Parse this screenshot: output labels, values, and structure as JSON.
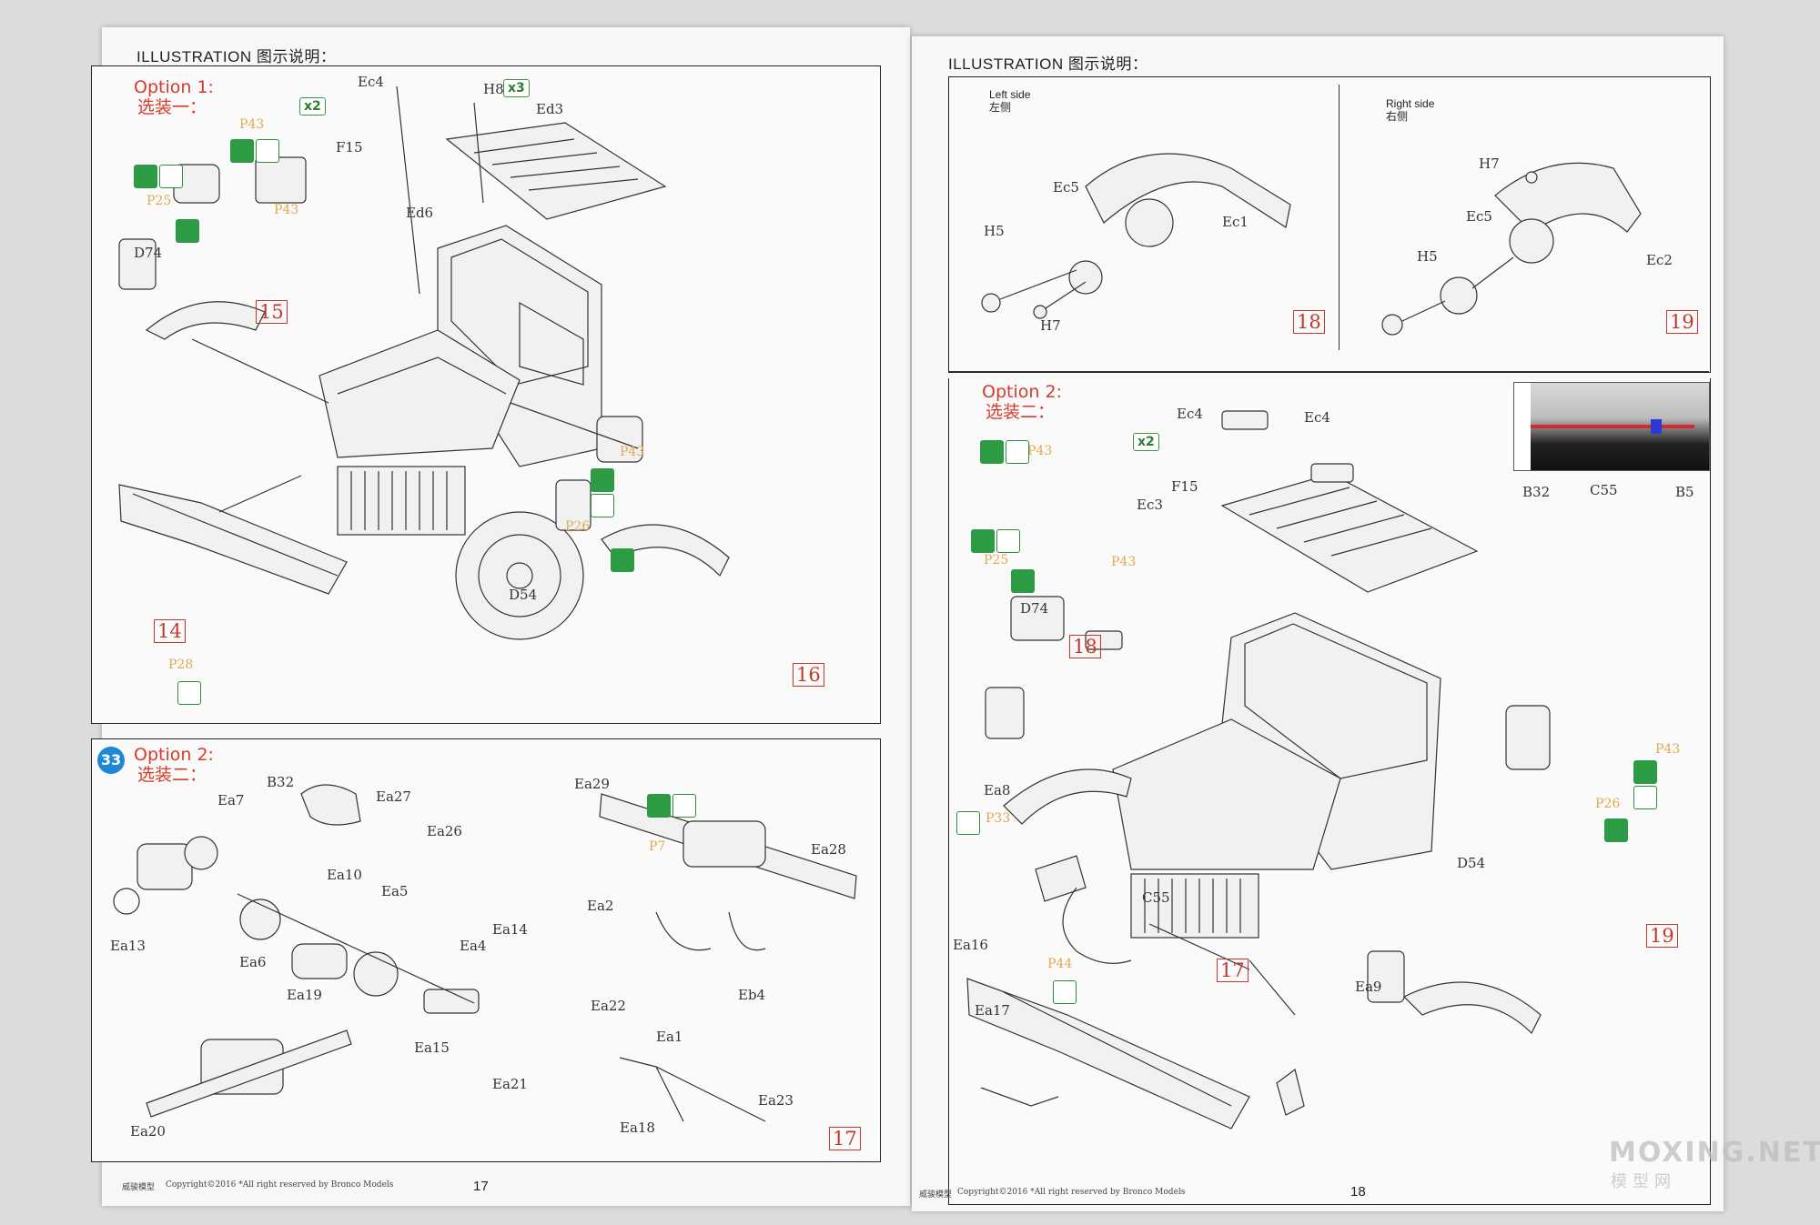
{
  "left_page": {
    "header": "ILLUSTRATION 图示说明：",
    "top_panel": {
      "option_en": "Option 1:",
      "option_cn": "选装一：",
      "labels": [
        "Ec4",
        "H8",
        "x3",
        "Ed3",
        "P43",
        "x2",
        "F15",
        "P25",
        "P43",
        "Ed6",
        "D74",
        "P43",
        "P26",
        "D54",
        "P28"
      ],
      "steps": [
        "15",
        "14",
        "16"
      ]
    },
    "bottom_panel": {
      "badge": "33",
      "option_en": "Option 2:",
      "option_cn": "选装二：",
      "labels": [
        "B32",
        "Ea7",
        "Ea27",
        "Ea26",
        "Ea13",
        "Ea10",
        "Ea5",
        "Ea6",
        "Ea4",
        "Ea14",
        "Ea19",
        "Ea15",
        "Ea21",
        "Ea20",
        "Ea29",
        "P7",
        "Ea28",
        "Ea2",
        "Eb4",
        "Ea22",
        "Ea1",
        "Ea23",
        "Ea18"
      ],
      "step": "17"
    },
    "footer": {
      "brand": "威骏模型",
      "copyright": "Copyright©2016 *All right reserved by Bronco Models",
      "page": "17"
    }
  },
  "right_page": {
    "header": "ILLUSTRATION 图示说明：",
    "top_panel": {
      "left_side_en": "Left side",
      "left_side_cn": "左侧",
      "right_side_en": "Right side",
      "right_side_cn": "右侧",
      "labels": [
        "Ec5",
        "Ec1",
        "H5",
        "H7",
        "H7",
        "Ec5",
        "H5",
        "Ec2"
      ],
      "steps": [
        "18",
        "19"
      ]
    },
    "bottom_panel": {
      "option_en": "Option 2:",
      "option_cn": "选装二：",
      "photo_labels": [
        "B32",
        "C55",
        "B5"
      ],
      "labels": [
        "Ec4",
        "Ec4",
        "P43",
        "x2",
        "F15",
        "Ec3",
        "P25",
        "P43",
        "D74",
        "P43",
        "P26",
        "Ea8",
        "P33",
        "D54",
        "C55",
        "Ea16",
        "P44",
        "Ea17",
        "Ea9"
      ],
      "steps": [
        "18",
        "17",
        "19"
      ]
    },
    "footer": {
      "brand": "威骏模型",
      "copyright": "Copyright©2016 *All right reserved by Bronco Models",
      "page": "18"
    }
  },
  "watermark": {
    "text": "MOXING.NET",
    "sub": "模型网"
  }
}
